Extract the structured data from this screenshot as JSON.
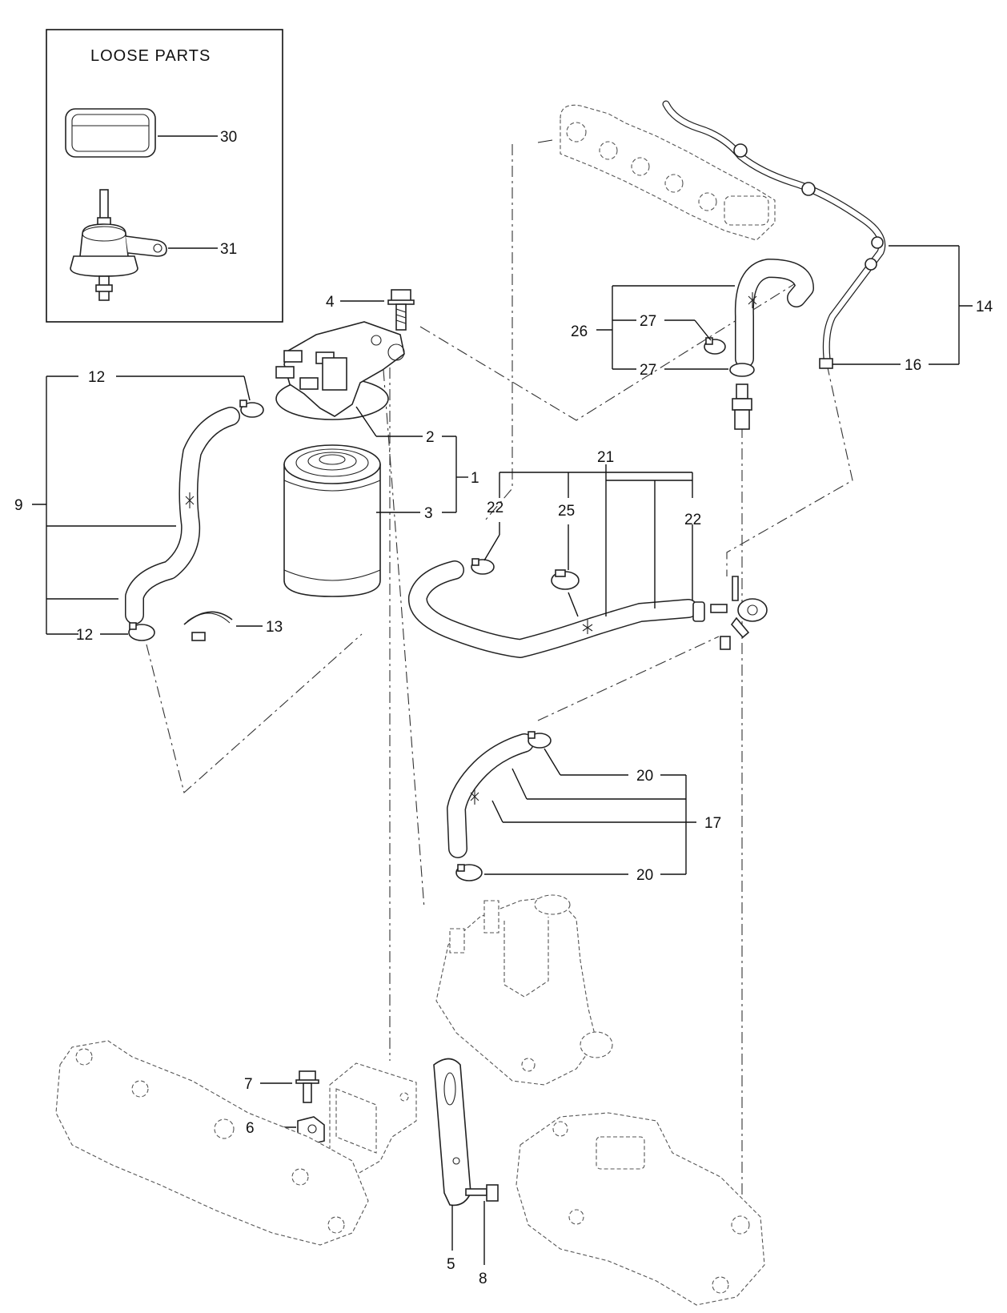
{
  "loose_parts_title": "LOOSE PARTS",
  "callouts": {
    "c1": "1",
    "c2": "2",
    "c3": "3",
    "c4": "4",
    "c5": "5",
    "c6": "6",
    "c7": "7",
    "c8": "8",
    "c9": "9",
    "c12a": "12",
    "c12b": "12",
    "c13": "13",
    "c14": "14",
    "c16": "16",
    "c17": "17",
    "c20a": "20",
    "c20b": "20",
    "c21": "21",
    "c22a": "22",
    "c22b": "22",
    "c25": "25",
    "c26": "26",
    "c27a": "27",
    "c27b": "27",
    "c30": "30",
    "c31": "31"
  }
}
